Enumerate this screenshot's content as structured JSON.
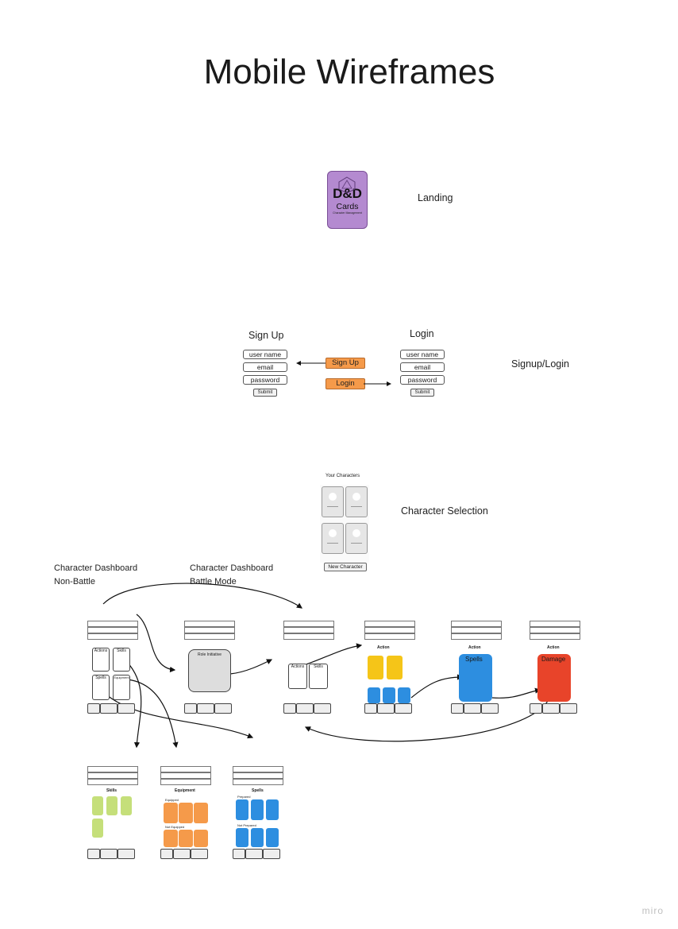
{
  "title": "Mobile Wireframes",
  "landing": {
    "label": "Landing",
    "logo_title": "D&D",
    "logo_cards": "Cards",
    "logo_sub": "Character Management"
  },
  "signup_login": {
    "label": "Signup/Login",
    "signup_heading": "Sign Up",
    "login_heading": "Login",
    "signup_fields": [
      "user name",
      "email",
      "password"
    ],
    "login_fields": [
      "user name",
      "email",
      "password"
    ],
    "submit": "Submit",
    "btn_signup": "Sign Up",
    "btn_login": "Login"
  },
  "character_selection": {
    "label": "Character Selection",
    "heading": "Your Characters",
    "new_character": "New Character"
  },
  "dashboard": {
    "non_battle_line1": "Character Dashboard",
    "non_battle_line2": "Non-Battle",
    "battle_line1": "Character Dashboard",
    "battle_line2": "Battle Mode"
  },
  "screens": {
    "actions": "Actions",
    "skills": "Skills",
    "spells": "Spells",
    "equipment": "Equipment",
    "role_initiative": "Role Initiative",
    "action": "Action",
    "damage": "Damage",
    "equipped": "Equipped",
    "not_equipped": "Not Equipped",
    "prepared": "Prepared",
    "not_prepared": "Not Prepared"
  },
  "colors": {
    "purple": "#b48ad0",
    "orange": "#f59a4a",
    "yellow": "#f5c518",
    "blue": "#2d8ee0",
    "red": "#e8442a",
    "green": "#c5df7a"
  },
  "watermark": "miro"
}
